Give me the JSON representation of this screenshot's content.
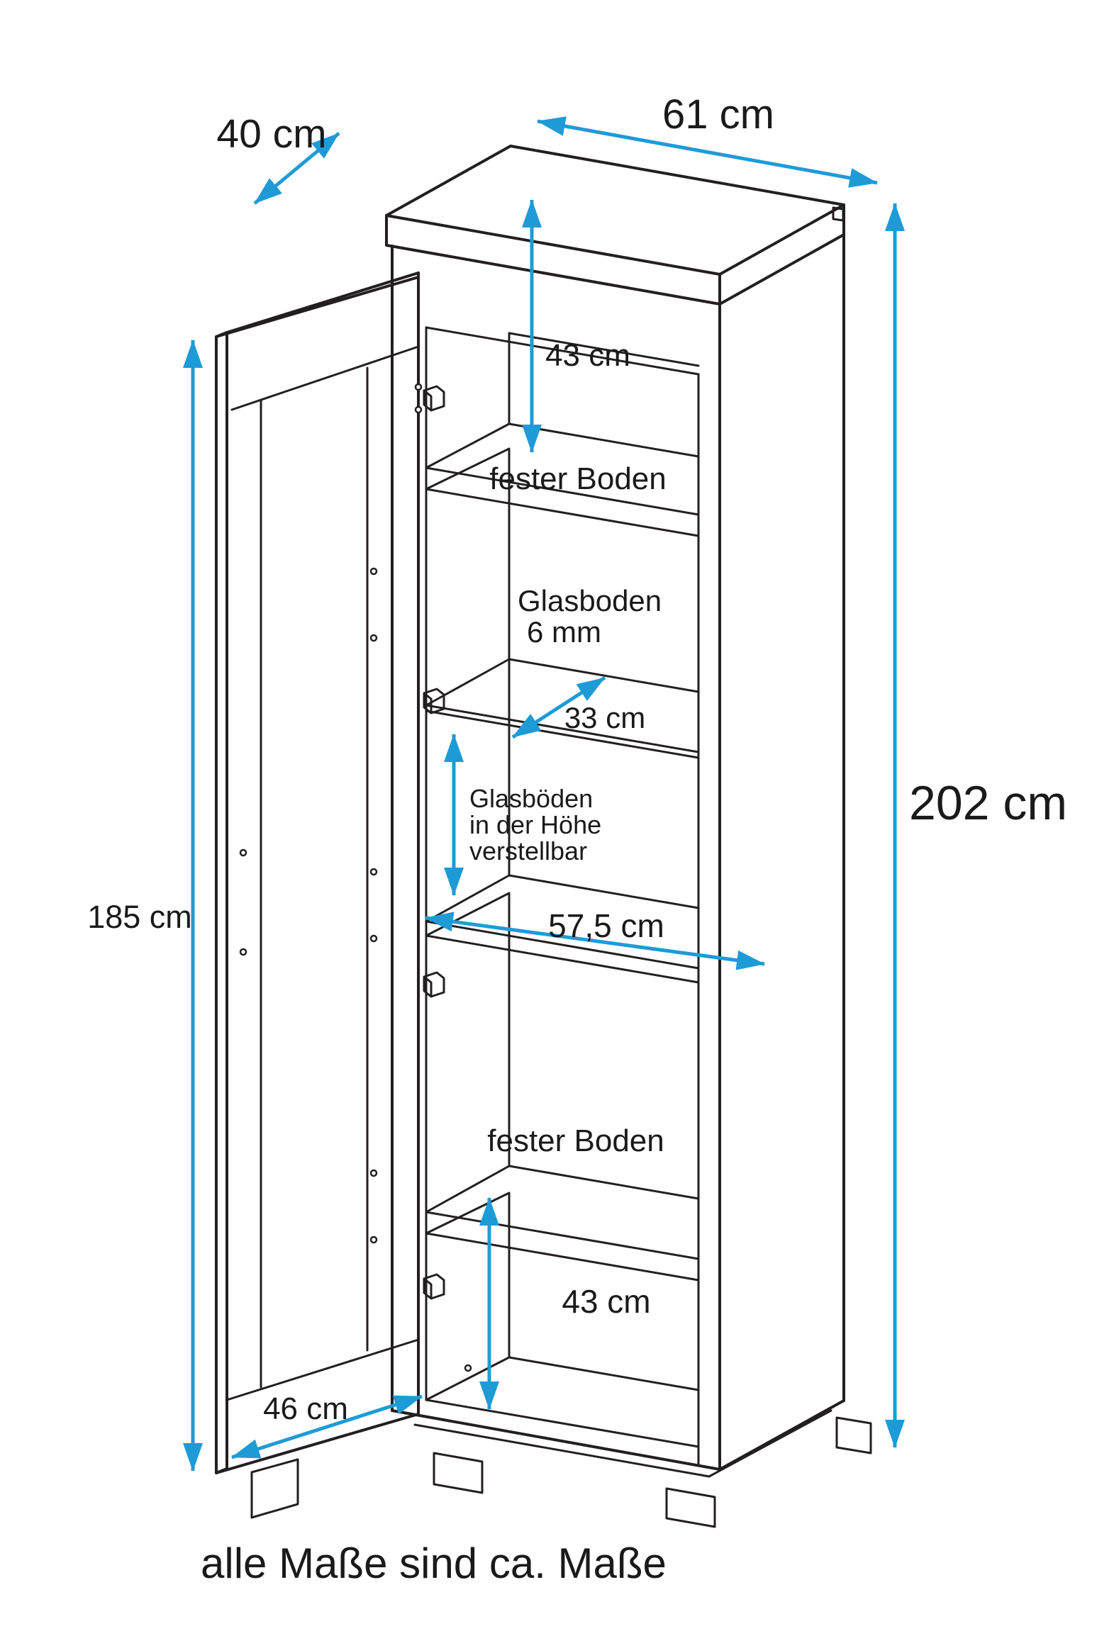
{
  "colors": {
    "line": "#231f20",
    "accent": "#1e9bd7",
    "text": "#1a1a1a",
    "background": "#ffffff"
  },
  "diagram": {
    "caption": "alle Maße sind ca. Maße",
    "dimensions": {
      "depth": "40 cm",
      "width": "61 cm",
      "height": "202 cm",
      "door_height": "185 cm",
      "top_compartment": "43 cm",
      "glass_shelf_depth": "33 cm",
      "interior_width": "57,5 cm",
      "bottom_compartment": "43 cm",
      "door_width": "46 cm"
    },
    "annotations": {
      "fixed_shelf_top": "fester Boden",
      "glass_shelf": [
        "Glasboden",
        "6 mm"
      ],
      "adjustable_note": [
        "Glasböden",
        "in der Höhe",
        "verstellbar"
      ],
      "fixed_shelf_bottom": "fester Boden"
    }
  }
}
